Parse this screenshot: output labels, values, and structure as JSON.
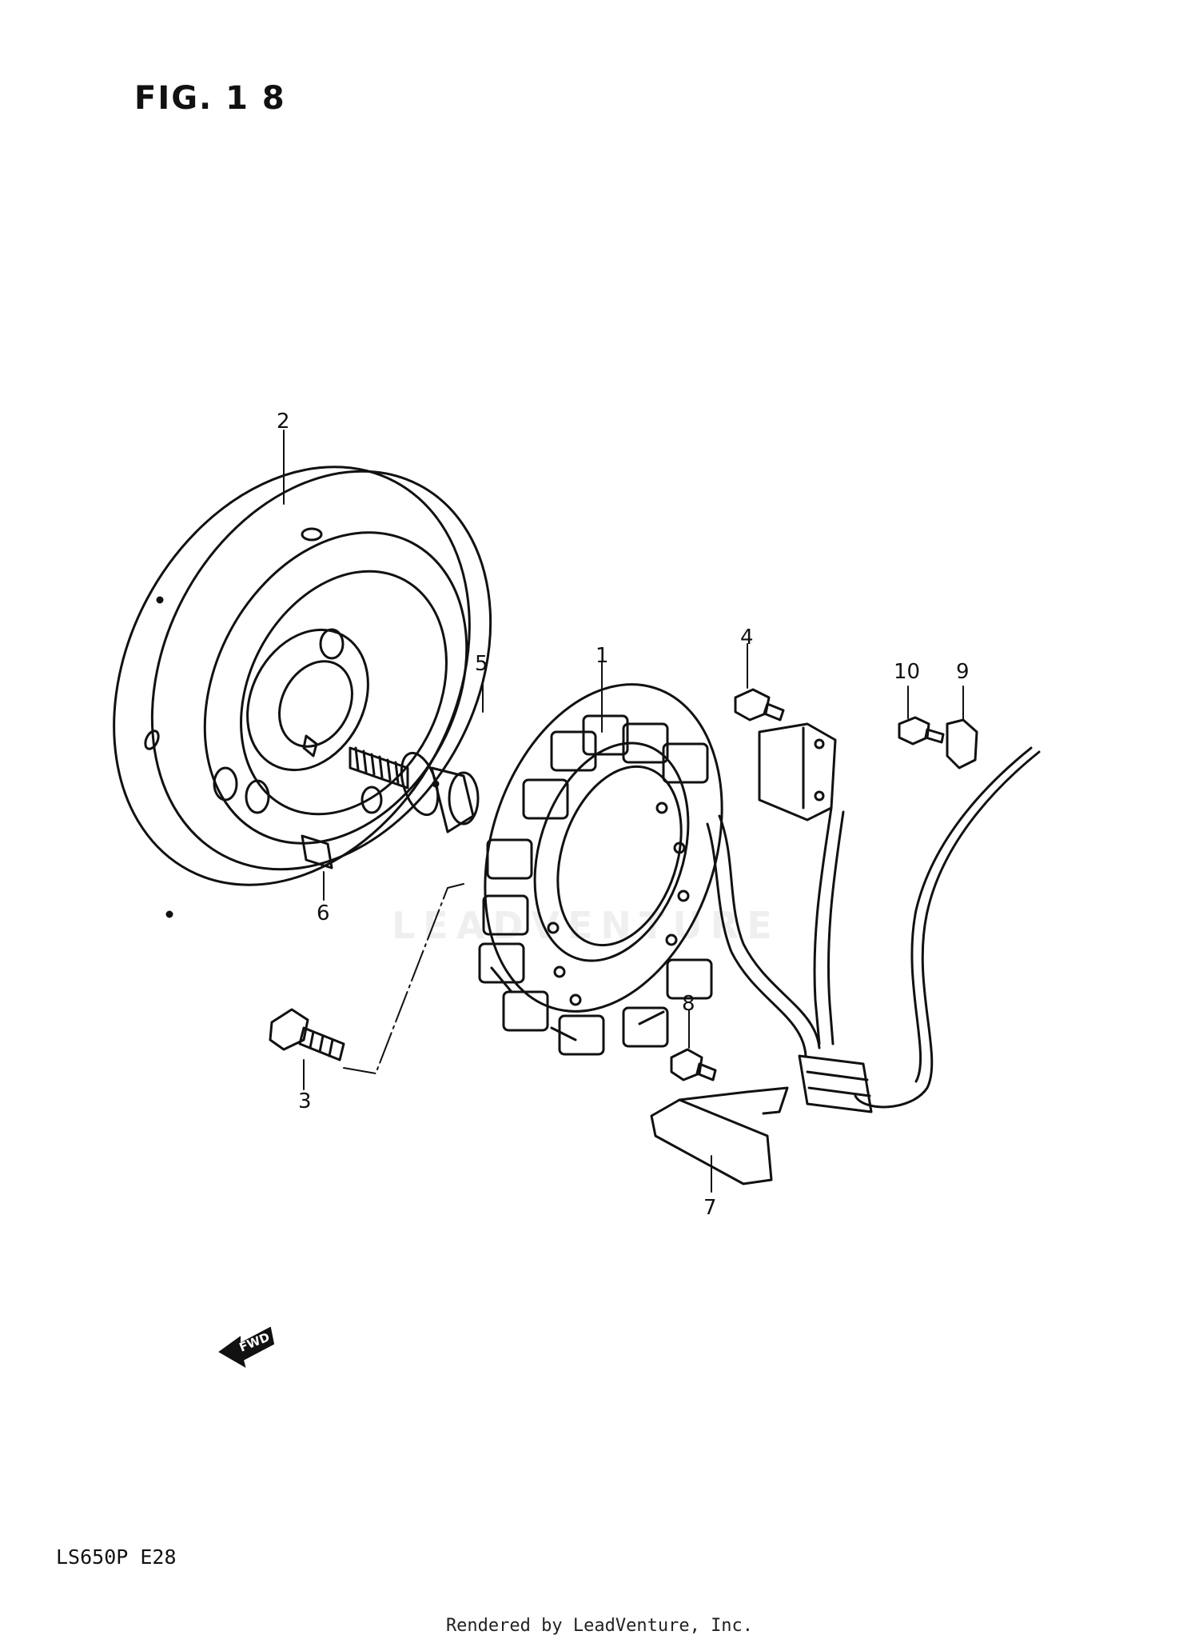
{
  "figure": {
    "title": "FIG. 1 8"
  },
  "model_code": "LS650P  E28",
  "footer": "Rendered by LeadVenture, Inc.",
  "watermark": "LEADVENTURE",
  "direction_marker": {
    "label": "FWD"
  },
  "callouts": [
    {
      "id": "1",
      "label": "1"
    },
    {
      "id": "2",
      "label": "2"
    },
    {
      "id": "3",
      "label": "3"
    },
    {
      "id": "4",
      "label": "4"
    },
    {
      "id": "5",
      "label": "5"
    },
    {
      "id": "6",
      "label": "6"
    },
    {
      "id": "7",
      "label": "7"
    },
    {
      "id": "8",
      "label": "8"
    },
    {
      "id": "9",
      "label": "9"
    },
    {
      "id": "10",
      "label": "10"
    }
  ]
}
